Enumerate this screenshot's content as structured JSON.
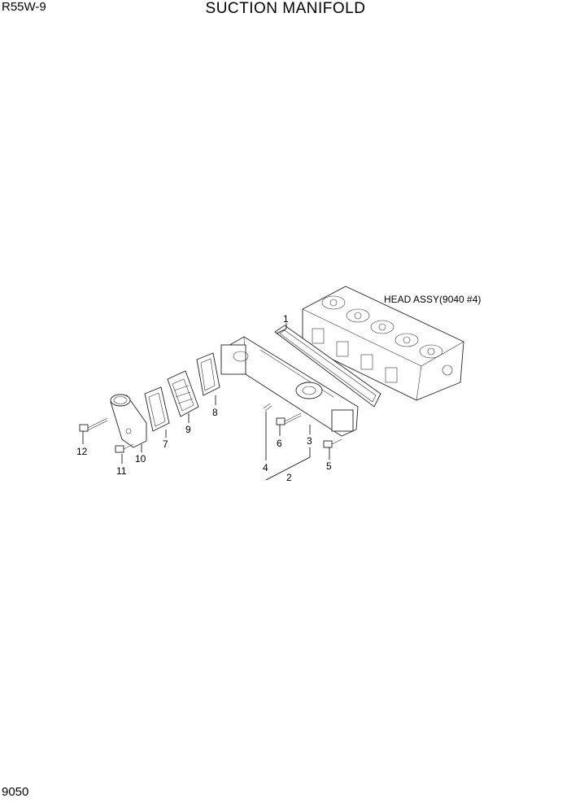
{
  "header": {
    "model": "R55W-9",
    "title": "SUCTION MANIFOLD"
  },
  "footer": {
    "page_number": "9050"
  },
  "diagram": {
    "reference_label": "HEAD ASSY(9040 #4)",
    "callouts": {
      "c1": "1",
      "c2": "2",
      "c3": "3",
      "c4": "4",
      "c5": "5",
      "c6": "6",
      "c7": "7",
      "c8": "8",
      "c9": "9",
      "c10": "10",
      "c11": "11",
      "c12": "12"
    }
  }
}
